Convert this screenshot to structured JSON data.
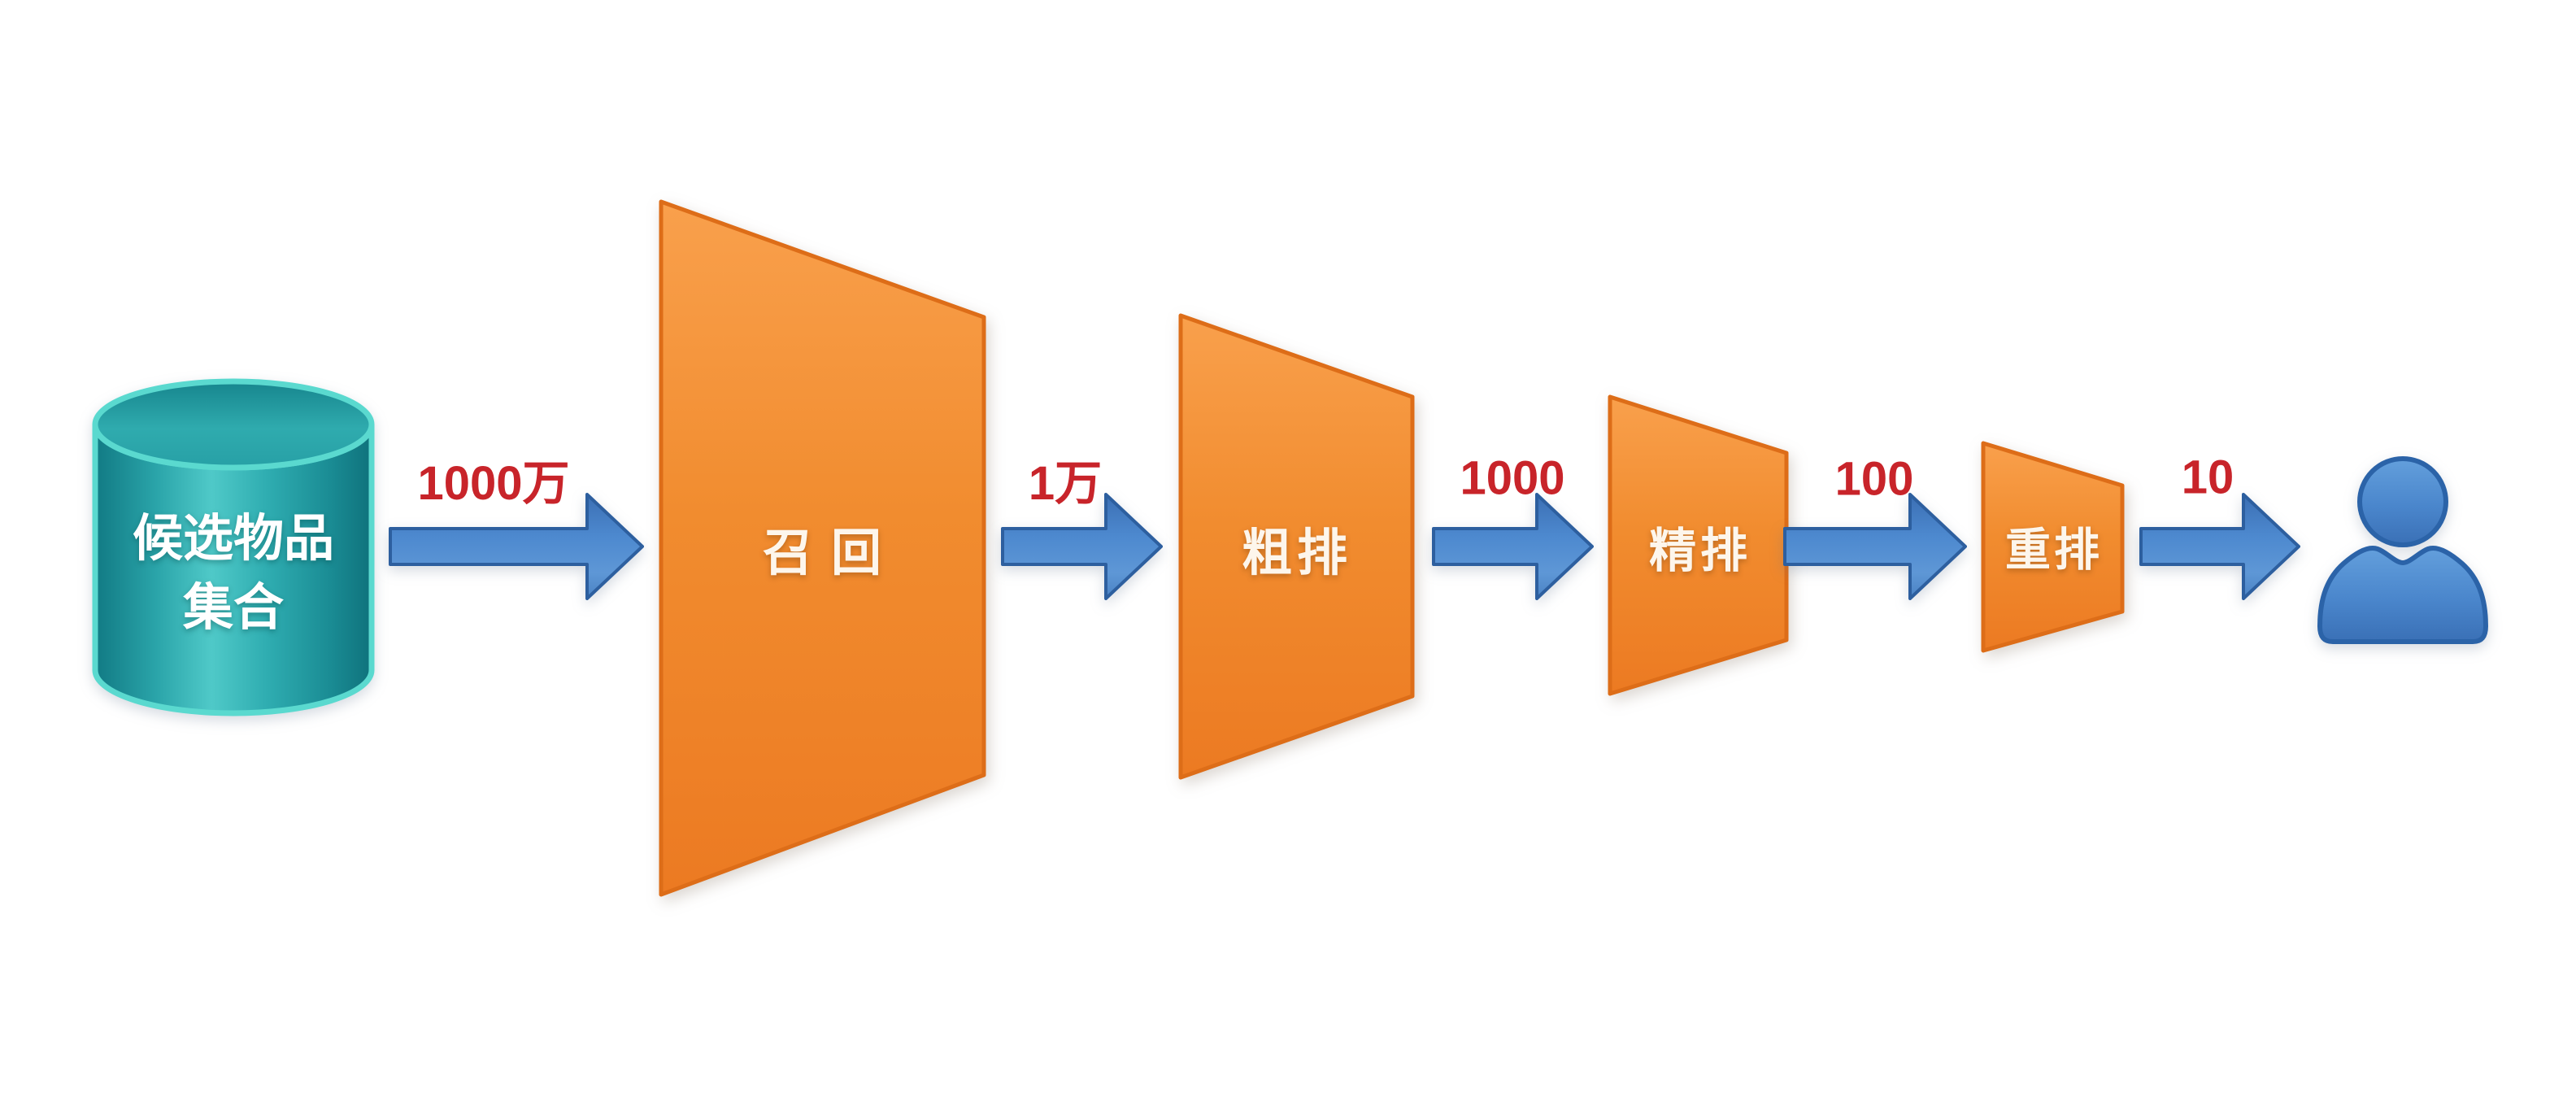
{
  "database": {
    "line1": "候选物品",
    "line2": "集合"
  },
  "stages": [
    {
      "label": "召回"
    },
    {
      "label": "粗排"
    },
    {
      "label": "精排"
    },
    {
      "label": "重排"
    }
  ],
  "arrows": [
    {
      "label": "1000万"
    },
    {
      "label": "1万"
    },
    {
      "label": "1000"
    },
    {
      "label": "100"
    },
    {
      "label": "10"
    }
  ],
  "user": {
    "icon": "user-icon"
  },
  "colors": {
    "stage_fill": "#f08c30",
    "stage_border": "#dd6d18",
    "arrow_fill": "#4d89cf",
    "arrow_border": "#2d5f9f",
    "count_label": "#c8242a",
    "database_fill": "#2aa4a9",
    "database_rim": "#5ad9cf",
    "label_text": "#ffffff"
  }
}
